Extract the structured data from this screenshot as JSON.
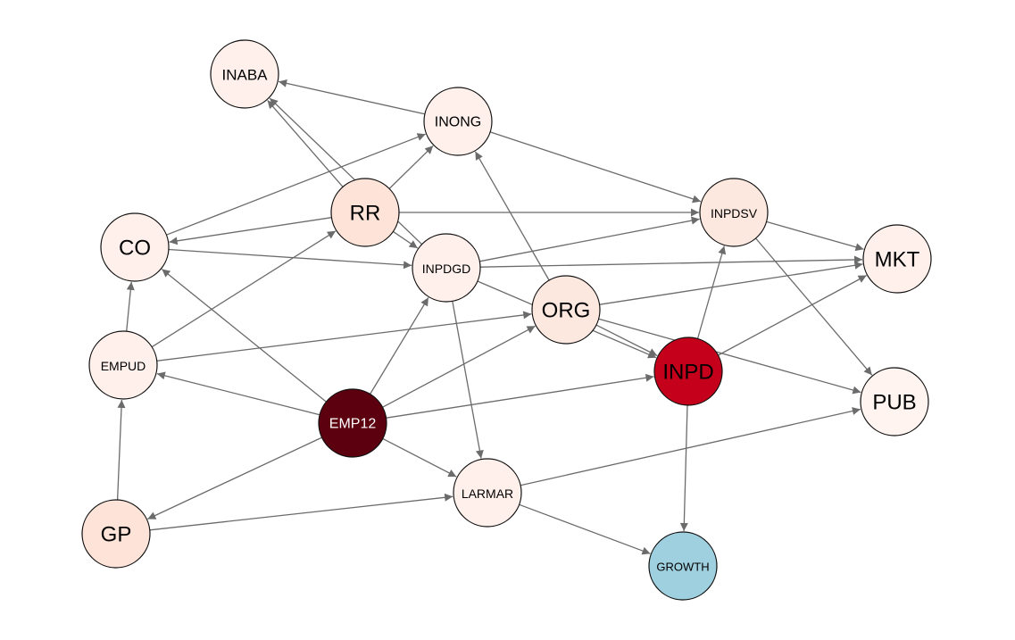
{
  "colors": {
    "edge": "#6b6b6b",
    "node_outline": "#111111",
    "node_fill_pale": "#fff0ec",
    "node_fill_light": "#fde3d8",
    "node_fill_emp12": "#5c0010",
    "node_fill_inpd": "#c4001b",
    "node_fill_growth": "#9fd0e0"
  },
  "nodes": [
    {
      "id": "INABA",
      "label": "INABA",
      "fill": "#fff0ec",
      "text_color": "#000000"
    },
    {
      "id": "INONG",
      "label": "INONG",
      "fill": "#fff0ec",
      "text_color": "#000000"
    },
    {
      "id": "RR",
      "label": "RR",
      "fill": "#fde3d8",
      "text_color": "#000000"
    },
    {
      "id": "INPDSV",
      "label": "INPDSV",
      "fill": "#fde8e0",
      "text_color": "#000000"
    },
    {
      "id": "CO",
      "label": "CO",
      "fill": "#fff0ec",
      "text_color": "#000000"
    },
    {
      "id": "INPDGD",
      "label": "INPDGD",
      "fill": "#fff0ec",
      "text_color": "#000000"
    },
    {
      "id": "MKT",
      "label": "MKT",
      "fill": "#fff0ec",
      "text_color": "#000000"
    },
    {
      "id": "ORG",
      "label": "ORG",
      "fill": "#fde8e0",
      "text_color": "#000000"
    },
    {
      "id": "EMPUD",
      "label": "EMPUD",
      "fill": "#fff0ec",
      "text_color": "#000000"
    },
    {
      "id": "INPD",
      "label": "INPD",
      "fill": "#c4001b",
      "text_color": "#000000"
    },
    {
      "id": "PUB",
      "label": "PUB",
      "fill": "#fff4f0",
      "text_color": "#000000"
    },
    {
      "id": "EMP12",
      "label": "EMP12",
      "fill": "#5c0010",
      "text_color": "#ffffff"
    },
    {
      "id": "LARMAR",
      "label": "LARMAR",
      "fill": "#fff0ec",
      "text_color": "#000000"
    },
    {
      "id": "GP",
      "label": "GP",
      "fill": "#fde3d8",
      "text_color": "#000000"
    },
    {
      "id": "GROWTH",
      "label": "GROWTH",
      "fill": "#9fd0e0",
      "text_color": "#000000"
    }
  ],
  "edges": [
    [
      "INONG",
      "INABA"
    ],
    [
      "INONG",
      "INPDSV"
    ],
    [
      "RR",
      "INABA"
    ],
    [
      "INPDGD",
      "INABA"
    ],
    [
      "RR",
      "INONG"
    ],
    [
      "RR",
      "CO"
    ],
    [
      "RR",
      "INPDSV"
    ],
    [
      "RR",
      "INPDGD"
    ],
    [
      "CO",
      "INONG"
    ],
    [
      "CO",
      "INPDGD"
    ],
    [
      "EMPUD",
      "CO"
    ],
    [
      "EMPUD",
      "RR"
    ],
    [
      "EMPUD",
      "ORG"
    ],
    [
      "GP",
      "EMPUD"
    ],
    [
      "GP",
      "LARMAR"
    ],
    [
      "EMP12",
      "EMPUD"
    ],
    [
      "EMP12",
      "CO"
    ],
    [
      "EMP12",
      "INPDGD"
    ],
    [
      "EMP12",
      "ORG"
    ],
    [
      "EMP12",
      "INPD"
    ],
    [
      "EMP12",
      "GP"
    ],
    [
      "EMP12",
      "LARMAR"
    ],
    [
      "INPDGD",
      "INPDSV"
    ],
    [
      "INPDGD",
      "MKT"
    ],
    [
      "INPDGD",
      "LARMAR"
    ],
    [
      "INPDGD",
      "INPD"
    ],
    [
      "ORG",
      "INONG"
    ],
    [
      "ORG",
      "MKT"
    ],
    [
      "ORG",
      "INPD"
    ],
    [
      "ORG",
      "PUB"
    ],
    [
      "INPDSV",
      "MKT"
    ],
    [
      "INPDSV",
      "PUB"
    ],
    [
      "INPD",
      "INPDSV"
    ],
    [
      "INPD",
      "MKT"
    ],
    [
      "INPD",
      "GROWTH"
    ],
    [
      "LARMAR",
      "PUB"
    ],
    [
      "LARMAR",
      "GROWTH"
    ]
  ]
}
